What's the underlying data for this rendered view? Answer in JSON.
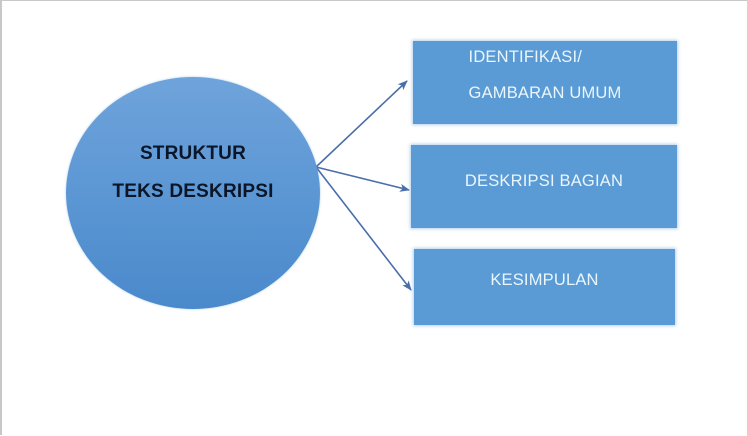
{
  "diagram": {
    "type": "mind-map",
    "central_node": {
      "lines": [
        "STRUKTUR",
        "TEKS DESKRIPSI"
      ]
    },
    "branches": [
      {
        "lines": [
          "IDENTIFIKASI/",
          "GAMBARAN UMUM"
        ]
      },
      {
        "lines": [
          "DESKRIPSI BAGIAN"
        ]
      },
      {
        "lines": [
          "KESIMPULAN"
        ]
      }
    ],
    "colors": {
      "circle_top": "#6fa3db",
      "circle_bottom": "#4a89cb",
      "box_fill": "#5b9bd5",
      "arrow": "#4a6ea9",
      "central_text": "#0b1628",
      "box_text": "#eaf6fc"
    }
  }
}
